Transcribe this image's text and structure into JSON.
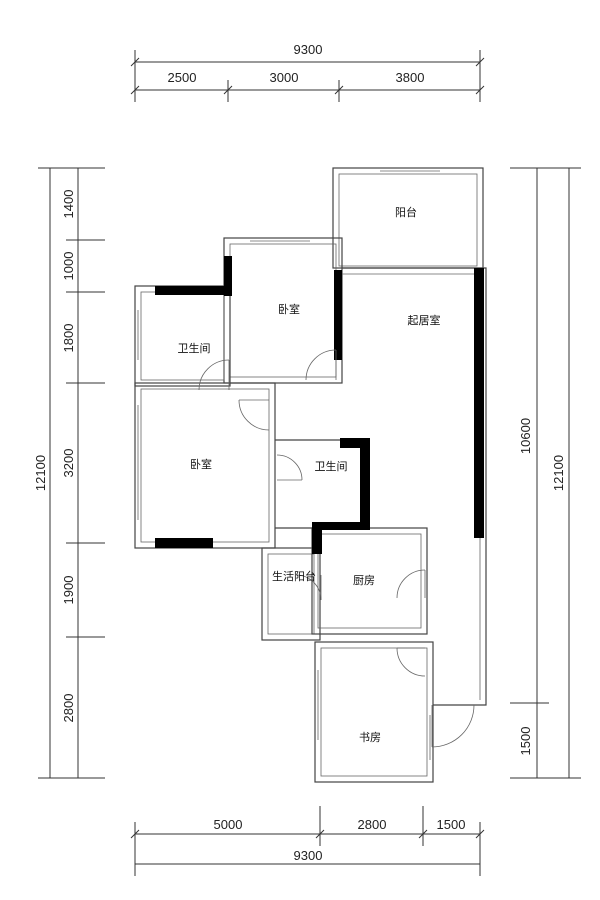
{
  "dims": {
    "top_total": "9300",
    "top_segments": [
      "2500",
      "3000",
      "3800"
    ],
    "left_total": "12100",
    "left_segments": [
      "1400",
      "1000",
      "1800",
      "3200",
      "1900",
      "2800"
    ],
    "right_total": "12100",
    "right_segments": [
      "10600",
      "1500"
    ],
    "bottom_segments": [
      "5000",
      "2800",
      "1500"
    ],
    "bottom_total": "9300"
  },
  "rooms": {
    "balcony": "阳台",
    "bedroom_top": "卧室",
    "living": "起居室",
    "bath_left": "卫生间",
    "bedroom_left": "卧室",
    "bath_mid": "卫生间",
    "service_balcony": "生活阳台",
    "kitchen": "厨房",
    "study": "书房"
  }
}
